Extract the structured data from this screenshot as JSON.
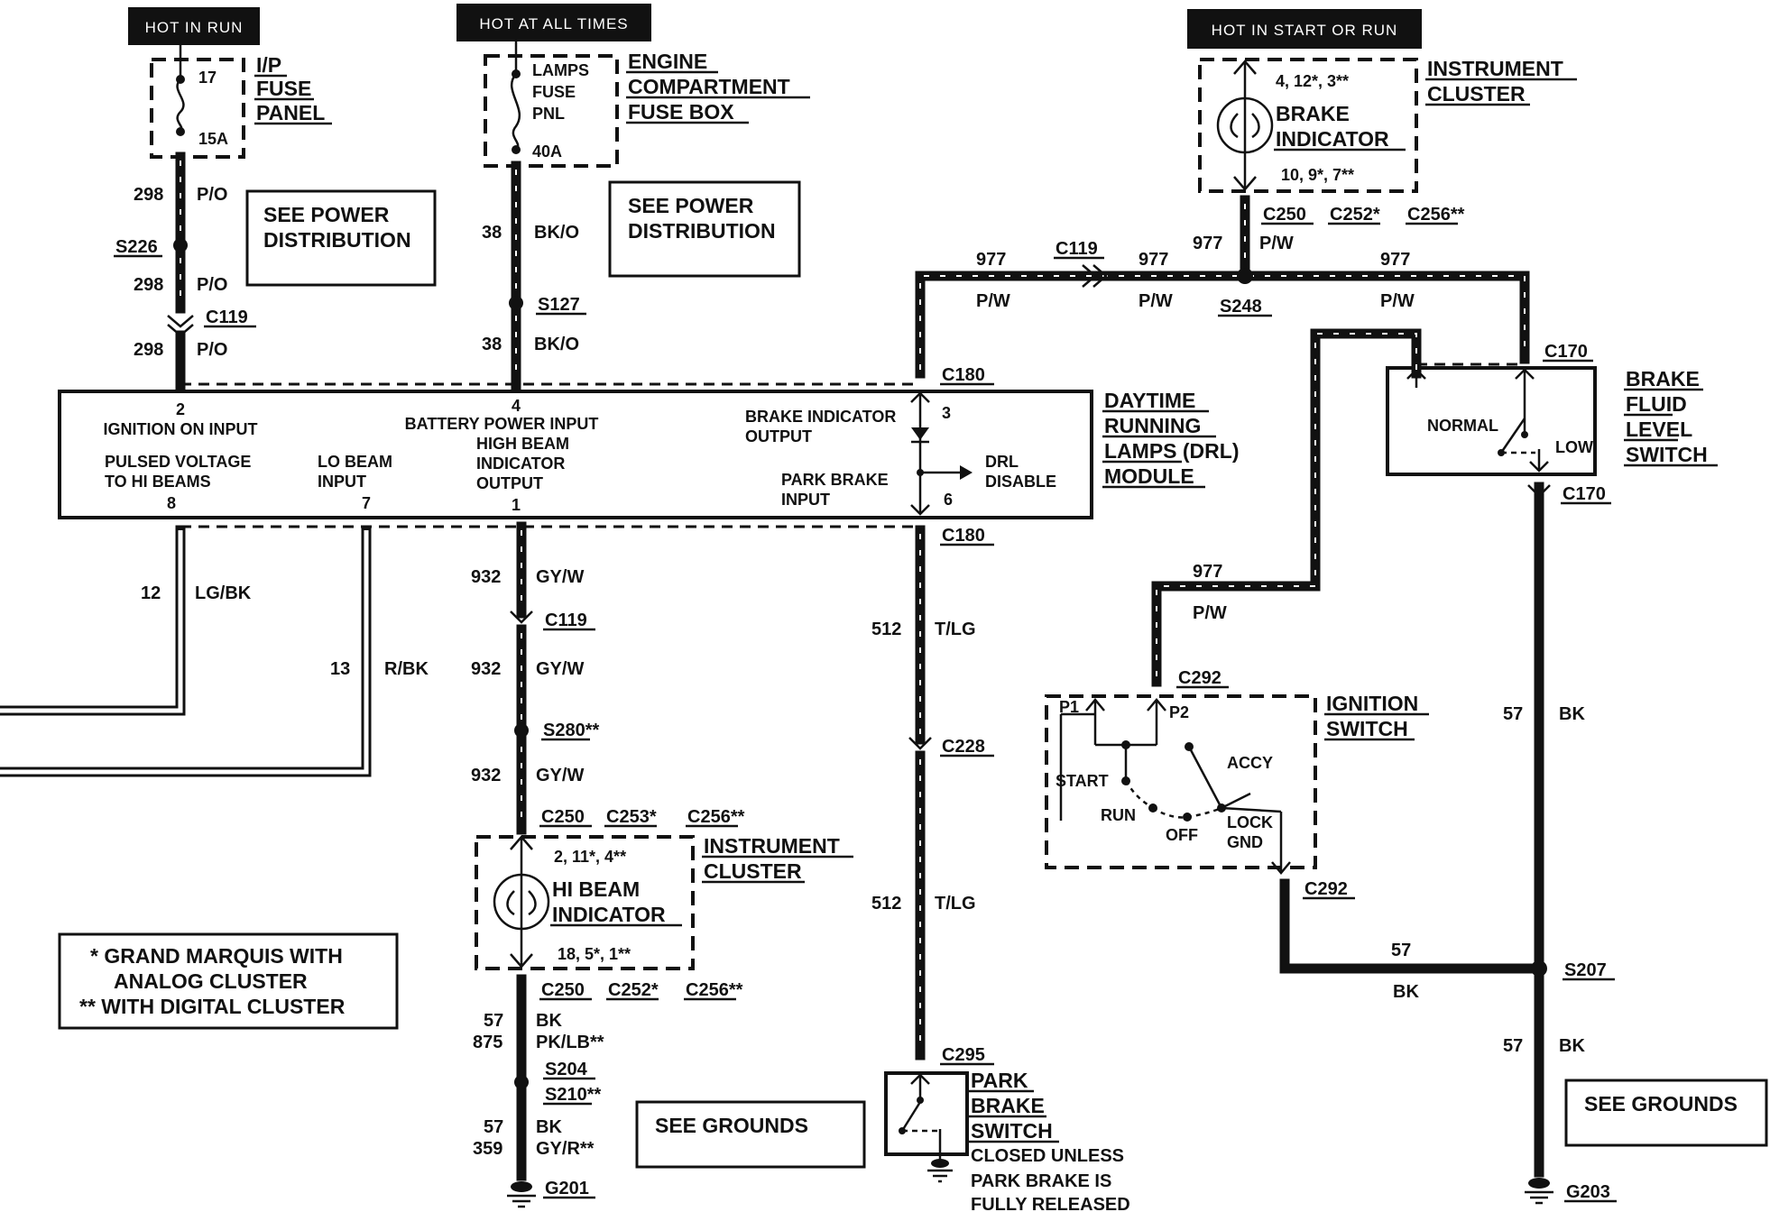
{
  "headers": {
    "hot_in_run": "HOT IN RUN",
    "hot_at_all_times": "HOT AT ALL TIMES",
    "hot_in_start_or_run": "HOT IN START OR RUN"
  },
  "ip_fuse_panel": {
    "title_lines": [
      "I/P",
      "FUSE",
      "PANEL"
    ],
    "fuse_number": "17",
    "rating": "15A"
  },
  "engine_fuse_box": {
    "title_lines": [
      "ENGINE",
      "COMPARTMENT",
      "FUSE BOX"
    ],
    "fuse_lines": [
      "LAMPS",
      "FUSE",
      "PNL"
    ],
    "rating": "40A"
  },
  "see_power_distribution_1": [
    "SEE POWER",
    "DISTRIBUTION"
  ],
  "see_power_distribution_2": [
    "SEE POWER",
    "DISTRIBUTION"
  ],
  "left_wire": {
    "circuit": "298",
    "color": "P/O",
    "splice": "S226",
    "connector": "C119"
  },
  "mid_wire": {
    "circuit": "38",
    "color": "BK/O",
    "splice": "S127"
  },
  "instrument_cluster_top": {
    "title_lines": [
      "INSTRUMENT",
      "CLUSTER"
    ],
    "indicator_lines": [
      "BRAKE",
      "INDICATOR"
    ],
    "pins_top": "4, 12*, 3**",
    "pins_bottom": "10, 9*, 7**",
    "connectors": [
      "C250",
      "C252*",
      "C256**"
    ]
  },
  "brake_wire": {
    "circuit": "977",
    "color": "P/W",
    "connector": "C119",
    "splice": "S248"
  },
  "drl_module": {
    "title_lines": [
      "DAYTIME",
      "RUNNING",
      "LAMPS (DRL)",
      "MODULE"
    ],
    "connector_top": "C180",
    "connector_bottom": "C180",
    "pins": {
      "ignition_num": "2",
      "ignition_label": "IGNITION ON INPUT",
      "battery_num": "4",
      "battery_label": "BATTERY POWER INPUT",
      "brake_out_lines": [
        "BRAKE INDICATOR",
        "OUTPUT"
      ],
      "brake_out_num": "3",
      "pulsed_lines": [
        "PULSED VOLTAGE",
        "TO HI BEAMS"
      ],
      "pulsed_num": "8",
      "lo_beam_lines": [
        "LO BEAM",
        "INPUT"
      ],
      "lo_beam_num": "7",
      "high_beam_lines": [
        "HIGH BEAM",
        "INDICATOR",
        "OUTPUT"
      ],
      "high_beam_num": "1",
      "park_lines": [
        "PARK BRAKE",
        "INPUT"
      ],
      "park_num": "6",
      "drl_disable_lines": [
        "DRL",
        "DISABLE"
      ]
    }
  },
  "brake_fluid_switch": {
    "title_lines": [
      "BRAKE",
      "FLUID",
      "LEVEL",
      "SWITCH"
    ],
    "connector_top": "C170",
    "connector_bottom": "C170",
    "normal": "NORMAL",
    "low": "LOW"
  },
  "lower_left_wires": {
    "w1_circuit": "12",
    "w1_color": "LG/BK",
    "w2_circuit": "13",
    "w2_color": "R/BK"
  },
  "hi_beam_wire": {
    "circuit": "932",
    "color": "GY/W",
    "connector": "C119",
    "splice": "S280**",
    "connectors": [
      "C250",
      "C253*",
      "C256**"
    ]
  },
  "instrument_cluster_bottom": {
    "title_lines": [
      "INSTRUMENT",
      "CLUSTER"
    ],
    "indicator_lines": [
      "HI BEAM",
      "INDICATOR"
    ],
    "pins_top": "2, 11*, 4**",
    "pins_bottom": "18, 5*, 1**",
    "connectors": [
      "C250",
      "C252*",
      "C256**"
    ]
  },
  "ground_wire_left": {
    "c1": "57",
    "c1_color": "BK",
    "c2": "875",
    "c2_color": "PK/LB**",
    "splices": [
      "S204",
      "S210**"
    ],
    "c3": "57",
    "c3_color": "BK",
    "c4": "359",
    "c4_color": "GY/R**",
    "ground": "G201"
  },
  "see_grounds_1": "SEE GROUNDS",
  "see_grounds_2": "SEE GROUNDS",
  "park_wire": {
    "circuit": "512",
    "color": "T/LG",
    "connector_mid": "C228",
    "connector_bottom": "C295"
  },
  "park_brake_switch": {
    "title_lines": [
      "PARK",
      "BRAKE",
      "SWITCH"
    ],
    "note_lines": [
      "CLOSED UNLESS",
      "PARK BRAKE IS",
      "FULLY RELEASED"
    ]
  },
  "ignition_switch": {
    "title_lines": [
      "IGNITION",
      "SWITCH"
    ],
    "connector_top": "C292",
    "connector_bottom": "C292",
    "p1": "P1",
    "p2": "P2",
    "start": "START",
    "run": "RUN",
    "off": "OFF",
    "accy": "ACCY",
    "lock": "LOCK",
    "gnd": "GND"
  },
  "ign_wire": {
    "circuit": "977",
    "color": "P/W"
  },
  "right_ground": {
    "circuit": "57",
    "color": "BK",
    "splice": "S207",
    "ground": "G203"
  },
  "legend": {
    "line1": "*  GRAND MARQUIS WITH",
    "line2": "ANALOG CLUSTER",
    "line3": "**  WITH DIGITAL CLUSTER"
  }
}
